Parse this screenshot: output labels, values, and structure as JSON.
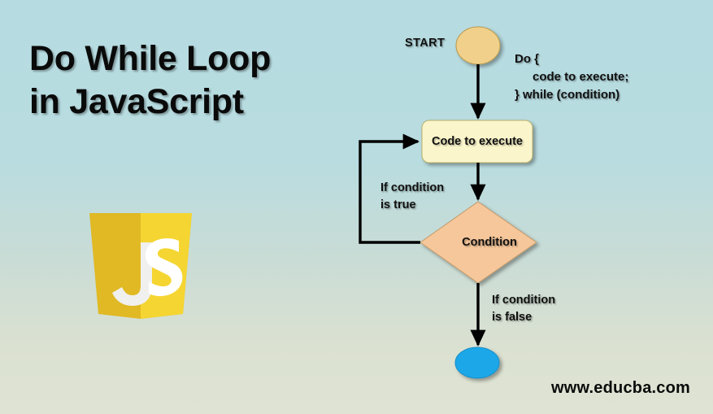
{
  "title": {
    "line1": "Do While Loop",
    "line2": "in JavaScript"
  },
  "logo": {
    "name": "javascript-logo",
    "text": "JS",
    "color_left": "#e0b924",
    "color_right": "#f5d531",
    "letter_color": "#ffffff"
  },
  "flowchart": {
    "start_label": "START",
    "start_node_color": "#f0d08a",
    "process_label": "Code to execute",
    "process_node_color": "#fbf5cb",
    "decision_label": "Condition",
    "decision_node_color": "#f6c79a",
    "end_node_color": "#1ca7e8",
    "true_branch": {
      "line1": "If condition",
      "line2": "is true"
    },
    "false_branch": {
      "line1": "If condition",
      "line2": "is false"
    },
    "code_snippet": {
      "line1": "Do {",
      "line2": "code to execute;",
      "line3": "} while (condition)"
    },
    "arrow_color": "#000000"
  },
  "watermark": "www.educba.com",
  "background": {
    "top_color": "#b6dbe1",
    "bottom_color": "#dfe3d4"
  }
}
